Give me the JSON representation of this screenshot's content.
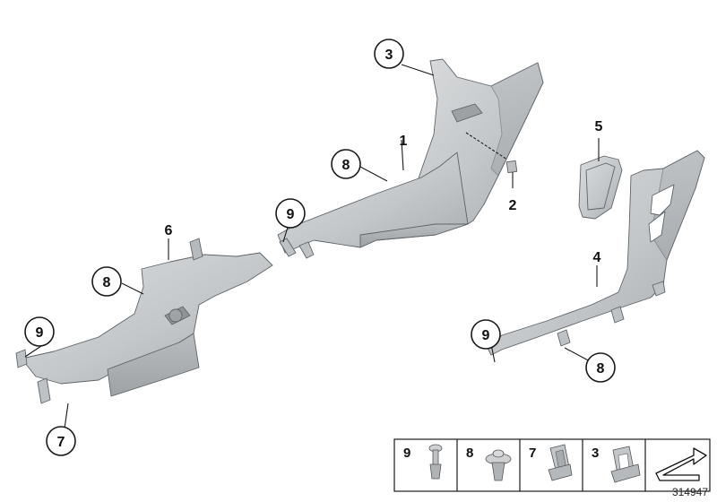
{
  "callouts": [
    {
      "name": "callout-1",
      "label": "1"
    },
    {
      "name": "callout-2",
      "label": "2"
    },
    {
      "name": "callout-3",
      "label": "3"
    },
    {
      "name": "callout-4",
      "label": "4"
    },
    {
      "name": "callout-5",
      "label": "5"
    },
    {
      "name": "callout-6",
      "label": "6"
    },
    {
      "name": "callout-7",
      "label": "7"
    },
    {
      "name": "callout-8a",
      "label": "8"
    },
    {
      "name": "callout-8b",
      "label": "8"
    },
    {
      "name": "callout-8c",
      "label": "8"
    },
    {
      "name": "callout-9a",
      "label": "9"
    },
    {
      "name": "callout-9b",
      "label": "9"
    },
    {
      "name": "callout-9c",
      "label": "9"
    }
  ],
  "legend": {
    "items": [
      "9",
      "8",
      "7",
      "3"
    ]
  },
  "diagram_id": "314947",
  "colors": {
    "part_fill": "#c9cbcd",
    "part_shade": "#a8abae",
    "part_light": "#dcdee0",
    "ink": "#1a1a1a"
  }
}
